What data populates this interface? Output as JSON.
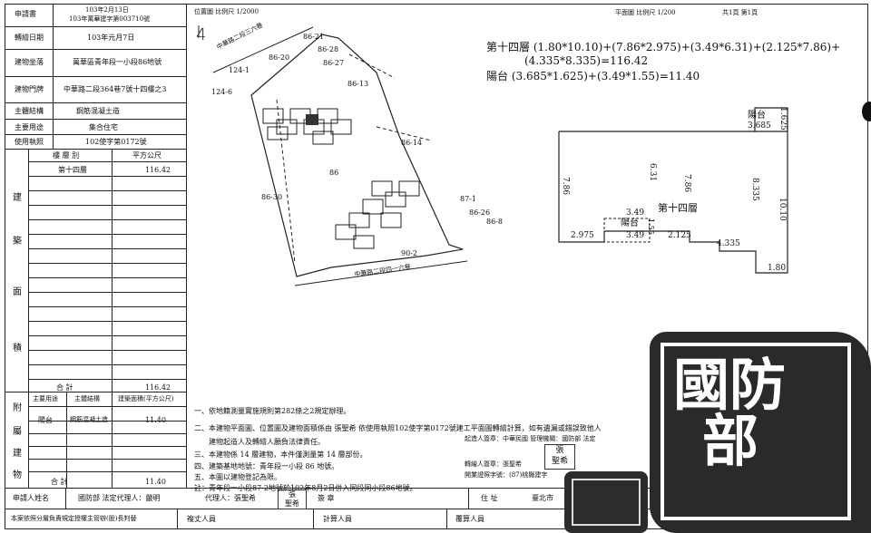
{
  "left_table": {
    "rows": [
      {
        "label": "申請書",
        "value1": "103年2月13日",
        "value2": "103年萬華建字第003710號"
      },
      {
        "label": "轉繪日期",
        "value": "103年元月7日"
      },
      {
        "label": "建物坐落",
        "value": "萬華區青年段一小段86地號"
      },
      {
        "label": "建物門牌",
        "value": "中華路二段364巷7號十四樓之3"
      },
      {
        "label": "主體結構",
        "value": "鋼筋混凝土造"
      },
      {
        "label": "主要用途",
        "value": "集合住宅"
      },
      {
        "label": "使用執照",
        "value": "102使字第0172號"
      }
    ],
    "area_headers": {
      "floor": "樓 層 別",
      "sqm": "平方公尺"
    },
    "area_rows": [
      {
        "floor": "第十四層",
        "sqm": "116.42"
      }
    ],
    "side_label": [
      "建",
      "築",
      "面",
      "積"
    ],
    "total_label": "合 計",
    "total_value": "116.42",
    "annex_side": [
      "附",
      "屬",
      "建",
      "物"
    ],
    "annex_headers": {
      "use": "主要用途",
      "struct": "主體結構",
      "area": "建築面積(平方公尺)"
    },
    "annex_rows": [
      {
        "use": "陽台",
        "struct": "鋼筋混凝土造",
        "area": "11.40"
      }
    ],
    "annex_total_label": "合 計",
    "annex_total": "11.40"
  },
  "location_plan": {
    "header": "位置圖  比例尺 1/2000",
    "north": "4",
    "road_top": "中華路二段三六巷",
    "road_bottom": "中華路二段四一六巷",
    "lots": [
      "86-21",
      "86-28",
      "86-20",
      "86-27",
      "124-1",
      "86-13",
      "124-6",
      "86-14",
      "86",
      "86-30",
      "87-1",
      "86-26",
      "86-8",
      "90-2"
    ]
  },
  "floor_plan": {
    "header": "平面圖  比例尺 1/200",
    "page": "共1頁  第1頁",
    "formula1": "第十四層 (1.80*10.10)+(7.86*2.975)+(3.49*6.31)+(2.125*7.86)+",
    "formula2": "(4.335*8.335)=116.42",
    "formula3": "陽台 (3.685*1.625)+(3.49*1.55)=11.40",
    "balcony_label": "陽台",
    "dim_3685": "3.685",
    "dim_1625": "1.625",
    "floor_label": "第十四層",
    "dim_786a": "7.86",
    "dim_631": "6.31",
    "dim_786b": "7.86",
    "dim_8335": "8.335",
    "dim_1010": "10.10",
    "dim_349": "3.49",
    "balcony2": "陽台",
    "dim_155": "1.55",
    "dim_2975": "2.975",
    "dim_349b": "3.49",
    "dim_2125": "2.125",
    "dim_4335": "4.335",
    "dim_180": "1.80"
  },
  "notes": [
    "一、依地籍測量實施規則第282條之2規定辦理。",
    "二、本建物平面圖、位置圖及建物面積係由 張聖希 依使用執照102使字第0172號建工平面圖轉繪計算，如有遺漏或錯誤致他人",
    "　　建物起造人及轉繪人願負法律責任。",
    "三、本建物係 14 層建物，本件僅測量第 14 層部份。",
    "四、建築基地地號：青年段一小段 86 地號。",
    "五、本圖以建物登記為限。",
    "註：青年段一小段87-2地號於102年8月2日併入同段同小段86地號。"
  ],
  "right_notes": {
    "agent": "起造人簽章：中華民國 管理機關：國防部 法定",
    "drawer": "轉繪人簽章：張聖希",
    "license": "開業證照字號：(87)桃縣建字"
  },
  "stamp_text": "張聖希",
  "seal_text": "國防部",
  "bottom_row": {
    "applicant_label": "申請人姓名",
    "applicant_value": "國防部 法定代理人：嚴明",
    "agent_label": "代理人：張聖希",
    "seal_label": "簽 章",
    "address_label": "住 址",
    "address_value": "臺北市"
  },
  "footer": {
    "office": "本案依照分層負責規定授權主管辦(股)長判替",
    "check": "複丈人員",
    "calc": "計算人員",
    "review": "覆算人員"
  }
}
